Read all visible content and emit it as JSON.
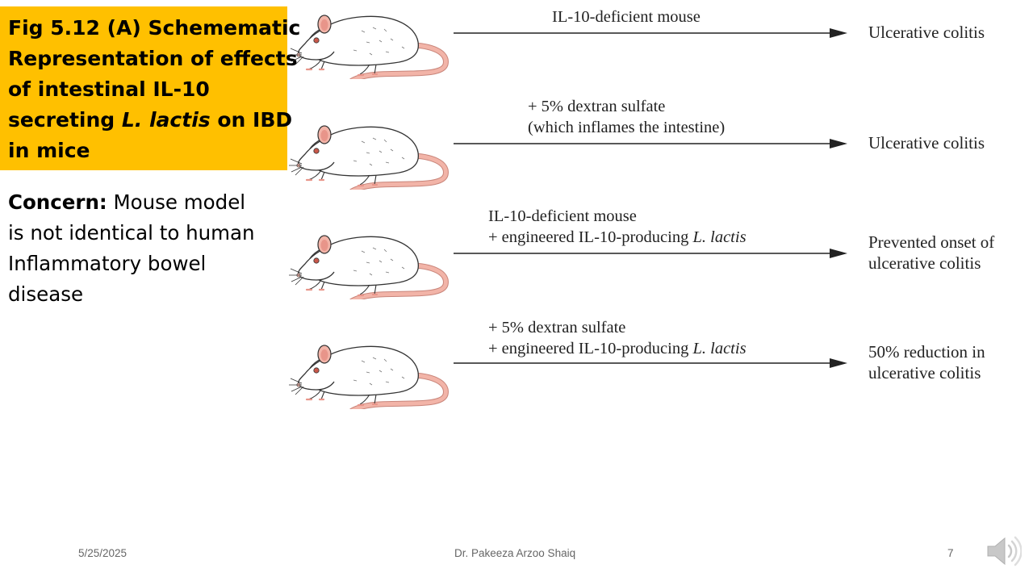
{
  "slide": {
    "title_lines": [
      "Fig 5.12 (A) Schemematic",
      "Representation of effects",
      "of intestinal IL-10",
      {
        "before": "secreting ",
        "italic": "L. lactis",
        "after": " on IBD"
      },
      "in mice"
    ],
    "concern": {
      "label": "Concern:",
      "first_line_rest": " Mouse model",
      "lines": [
        "is not identical to human",
        "Inflammatory bowel",
        "disease"
      ]
    },
    "footer": {
      "date": "5/25/2025",
      "author": "Dr. Pakeeza Arzoo Shaiq",
      "page": "7"
    },
    "colors": {
      "title_bg": "#ffc000",
      "mouse_ear_tail": "#f2b4a8",
      "arrow": "#222222"
    },
    "icons": [
      "mouse-illustration",
      "speaker-icon"
    ]
  },
  "diagram": {
    "rows": [
      {
        "condition_lines": [
          "IL-10-deficient mouse"
        ],
        "outcome_lines": [
          "Ulcerative colitis"
        ]
      },
      {
        "condition_lines": [
          "+ 5% dextran sulfate",
          "(which inflames the intestine)"
        ],
        "outcome_lines": [
          "Ulcerative colitis"
        ]
      },
      {
        "condition_lines": [
          "IL-10-deficient mouse",
          {
            "before": "+ engineered IL-10-producing ",
            "italic": "L. lactis"
          }
        ],
        "outcome_lines": [
          "Prevented onset of",
          "ulcerative colitis"
        ]
      },
      {
        "condition_lines": [
          "+ 5% dextran sulfate",
          {
            "before": "+ engineered IL-10-producing ",
            "italic": "L. lactis"
          }
        ],
        "outcome_lines": [
          "50% reduction in",
          "ulcerative colitis"
        ]
      }
    ]
  }
}
